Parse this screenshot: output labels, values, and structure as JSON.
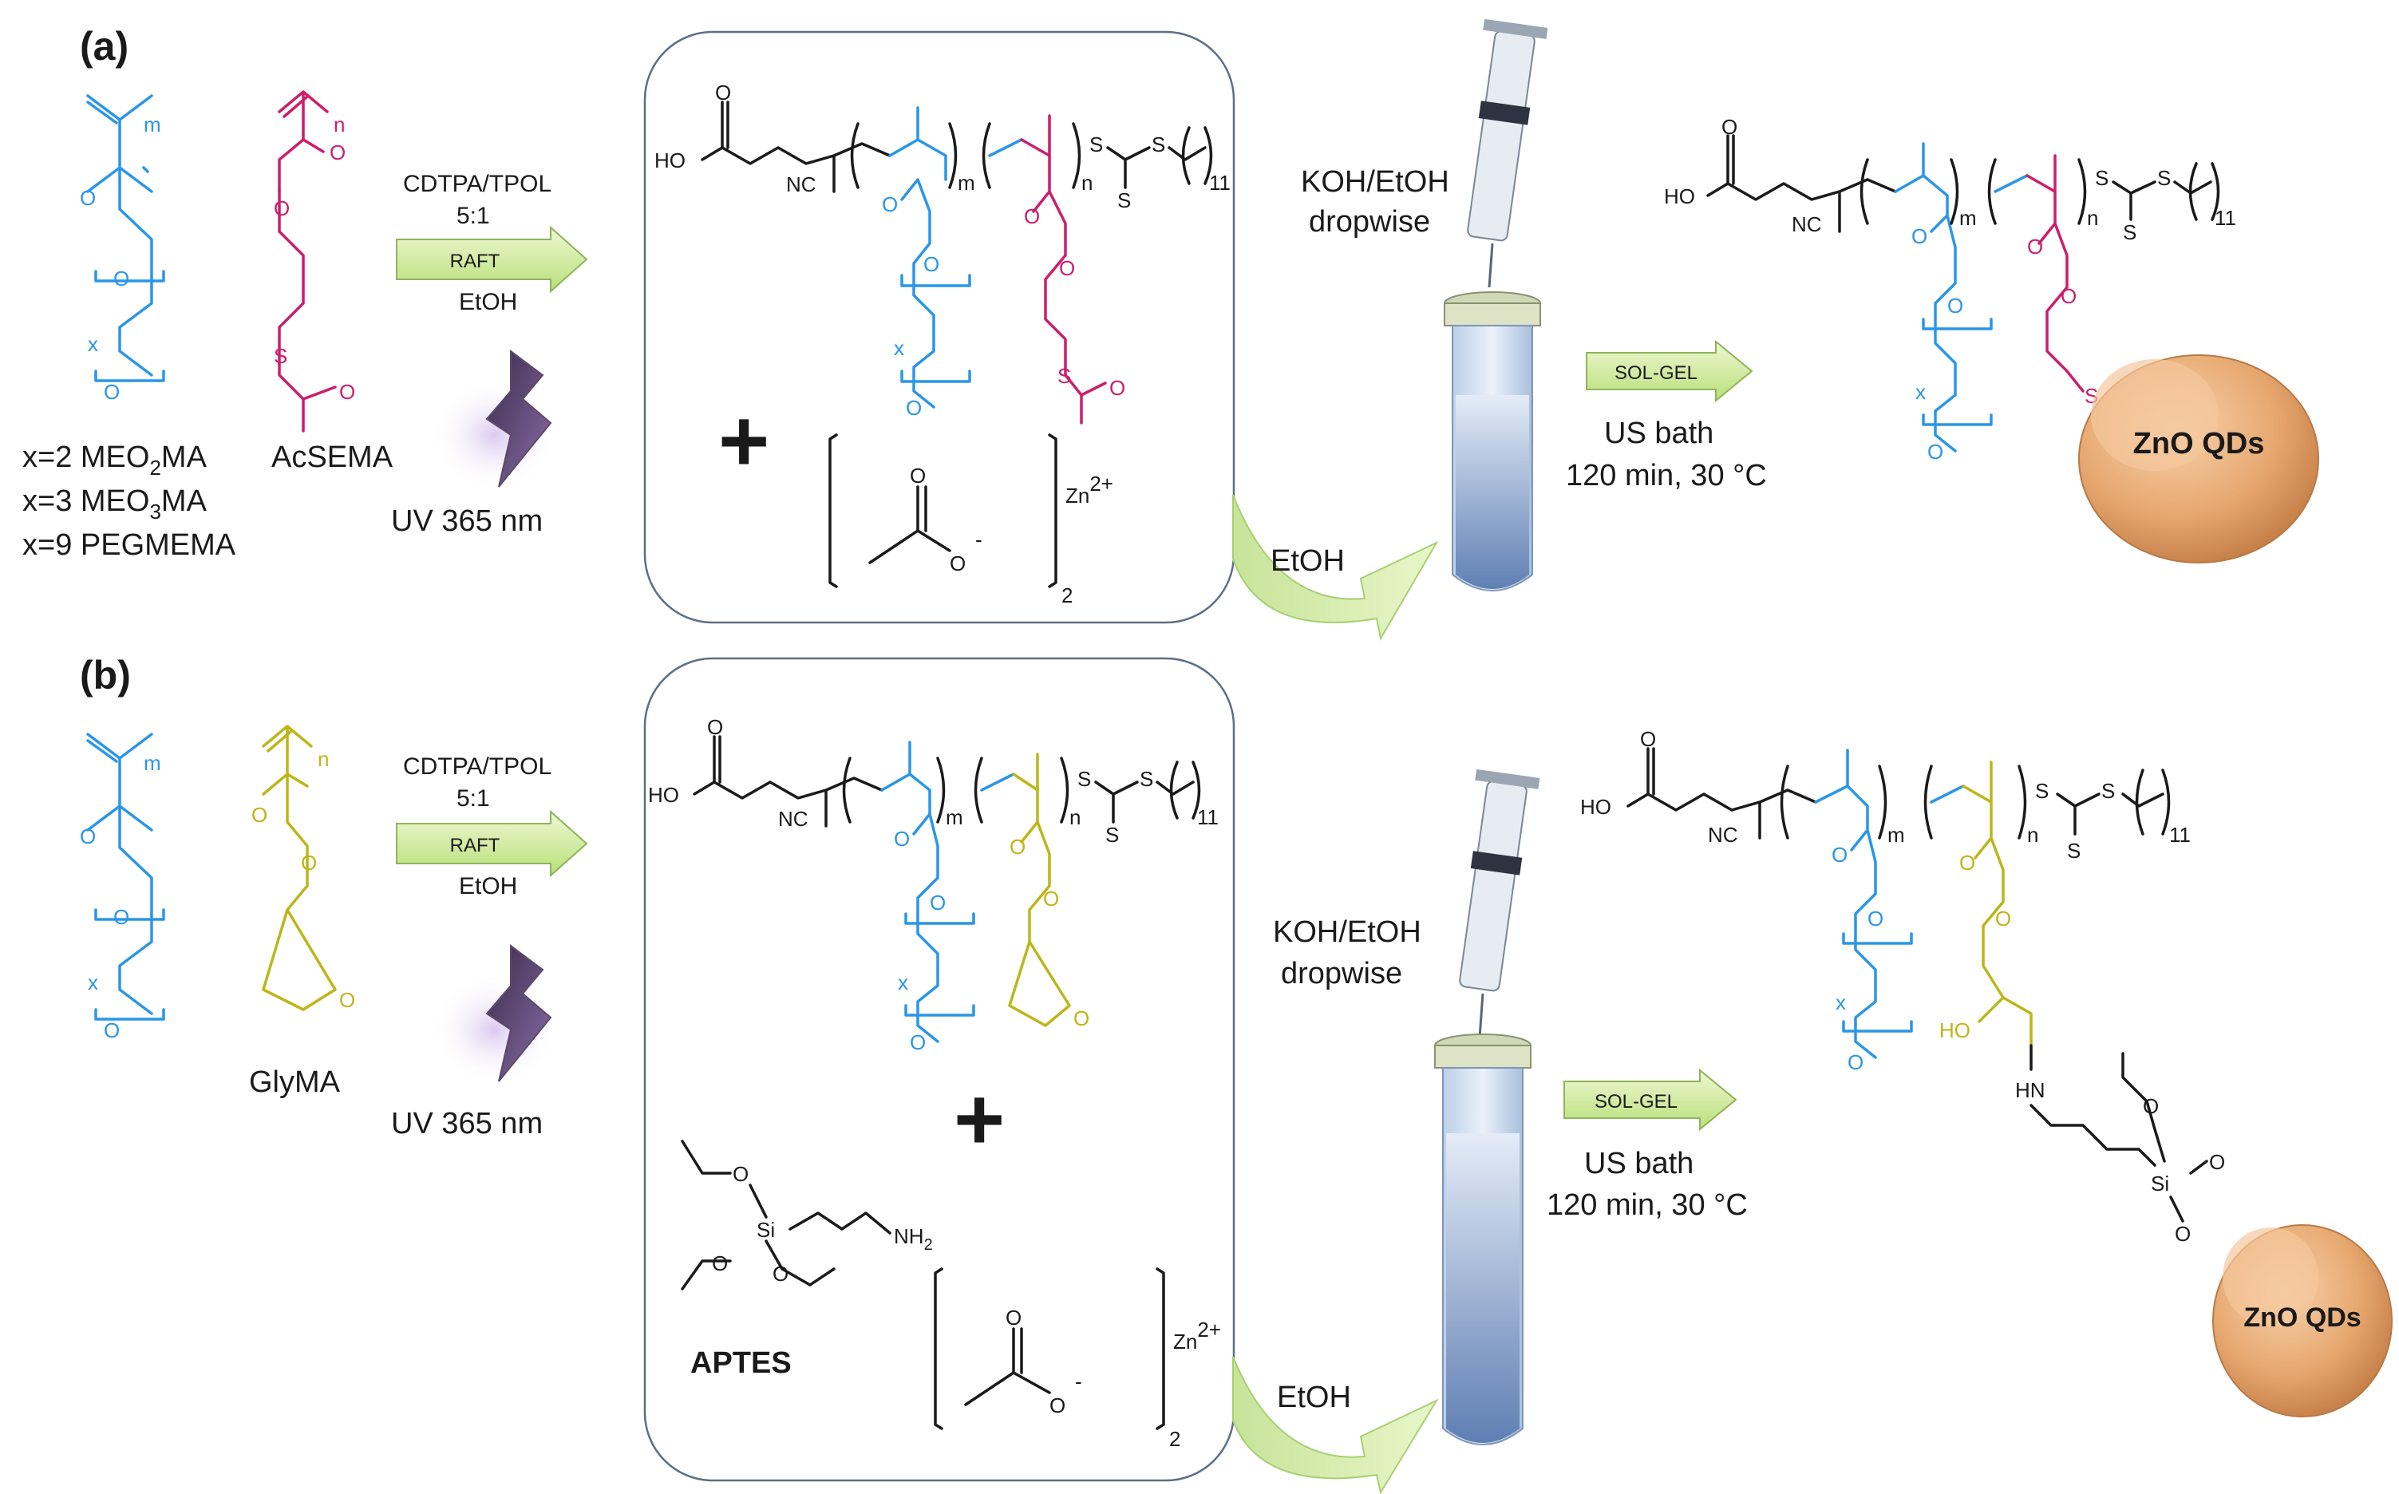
{
  "colors": {
    "oeg_monomer": "#2a96e8",
    "acsema_monomer": "#cc1f6a",
    "glyma_monomer": "#bdb61a",
    "arrow_fill": "#d9f0a8",
    "qd_fill": "#e7a870",
    "box_stroke": "#5b6f86"
  },
  "panel_a": {
    "letter": "(a)",
    "monomer_labels": [
      "x=2 MEO",
      "2",
      "MA",
      "x=3 MEO",
      "3",
      "MA",
      "x=9 PEGMEMA"
    ],
    "comonomer_label": "AcSEMA",
    "raft_conditions": {
      "ratio_line1": "CDTPA/TPOL",
      "ratio_line2": "5:1",
      "arrow_label": "RAFT",
      "solvent": "EtOH"
    },
    "uv_label": "UV 365 nm",
    "reagent_label": "KOH/EtOH",
    "reagent_mode": "dropwise",
    "transfer_label": "EtOH",
    "solgel": {
      "arrow_label": "SOL-GEL",
      "line1": "US bath",
      "line2": "120 min, 30 °C"
    },
    "product_label": "ZnO QDs"
  },
  "panel_b": {
    "letter": "(b)",
    "comonomer_label": "GlyMA",
    "raft_conditions": {
      "ratio_line1": "CDTPA/TPOL",
      "ratio_line2": "5:1",
      "arrow_label": "RAFT",
      "solvent": "EtOH"
    },
    "uv_label": "UV 365 nm",
    "silane_label": "APTES",
    "reagent_label": "KOH/EtOH",
    "reagent_mode": "dropwise",
    "transfer_label": "EtOH",
    "solgel": {
      "arrow_label": "SOL-GEL",
      "line1": "US bath",
      "line2": "120 min, 30 °C"
    },
    "product_label": "ZnO QDs"
  },
  "atoms": {
    "O": "O",
    "S": "S",
    "HO": "HO",
    "NC": "NC",
    "HN": "HN",
    "NH": "NH",
    "Si": "Si",
    "Zn": "Zn",
    "sub_m": "m",
    "sub_n": "n",
    "sub_x": "x",
    "sub_11": "11",
    "sub_2": "2",
    "charge_2plus": "2+",
    "charge_minus": "-"
  },
  "plus_sign": "+"
}
